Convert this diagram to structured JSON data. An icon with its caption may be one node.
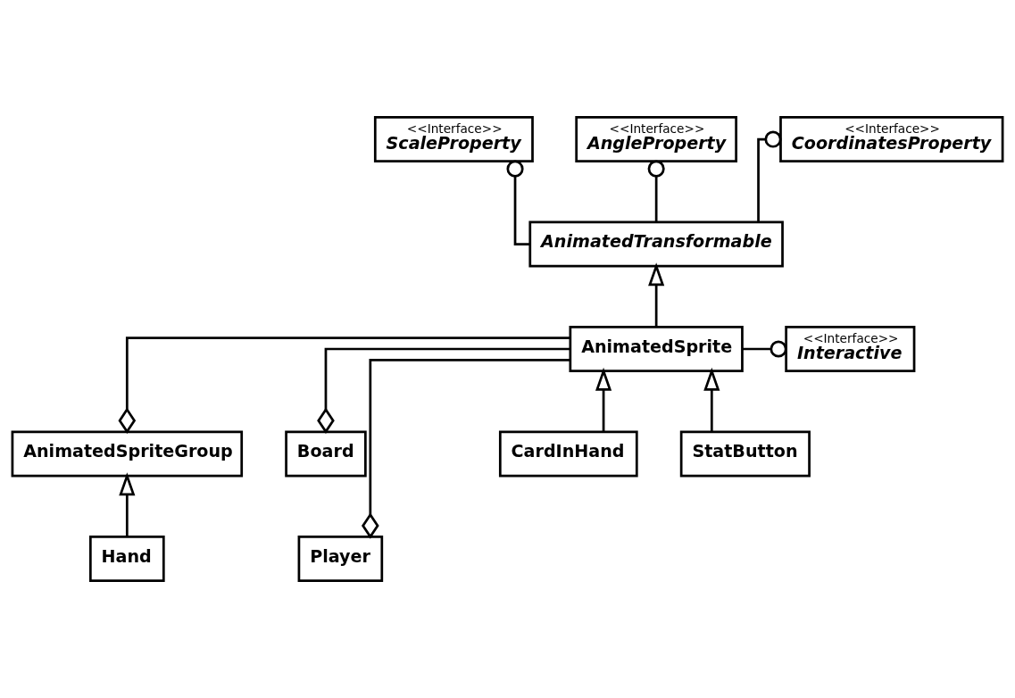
{
  "diagram": {
    "nodes": [
      {
        "text": [
          "<<Interface>>",
          "ScaleProperty"
        ]
      },
      {
        "text": [
          "<<Interface>>",
          "AngleProperty"
        ]
      },
      {
        "text": [
          "<<Interface>>",
          "CoordinatesProperty"
        ]
      },
      {
        "text": [
          "AnimatedTransformable"
        ]
      },
      {
        "text": [
          "<<Interface>>",
          "Interactive"
        ]
      },
      {
        "text": [
          "AnimatedSprite"
        ]
      },
      {
        "text": [
          "AnimatedSpriteGroup"
        ]
      },
      {
        "text": [
          "CardInHand"
        ]
      },
      {
        "text": [
          "StatButton"
        ]
      },
      {
        "text": [
          "Board"
        ]
      },
      {
        "text": [
          "Player"
        ]
      },
      {
        "text": [
          "Hand"
        ]
      }
    ],
    "edges": [
      {
        "from": 3,
        "to": 0,
        "arrow": "other"
      },
      {
        "from": 3,
        "to": 1,
        "arrow": "other"
      },
      {
        "from": 3,
        "to": 2,
        "arrow": "other"
      },
      {
        "from": 5,
        "to": 3,
        "arrow": "to"
      },
      {
        "from": 5,
        "to": 4,
        "arrow": "other"
      },
      {
        "from": 5,
        "to": 6,
        "arrow": "other"
      },
      {
        "from": 7,
        "to": 5,
        "arrow": "to"
      },
      {
        "from": 8,
        "to": 5,
        "arrow": "to"
      },
      {
        "from": 5,
        "to": 9,
        "arrow": "other"
      },
      {
        "from": 5,
        "to": 10,
        "arrow": "other"
      },
      {
        "from": 11,
        "to": 6,
        "arrow": "to"
      }
    ]
  }
}
